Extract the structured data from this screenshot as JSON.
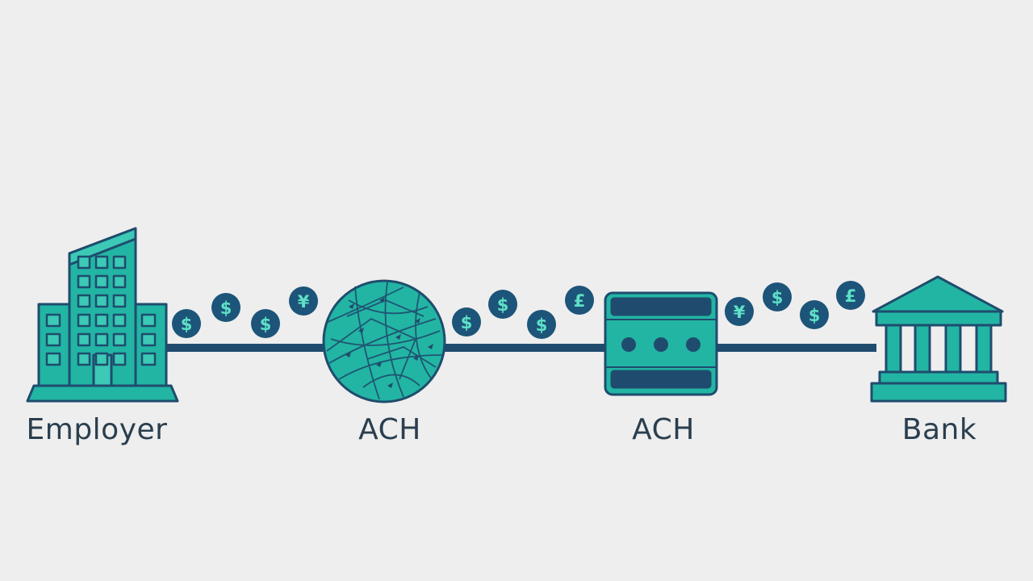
{
  "colors": {
    "background": "#eeeeee",
    "teal": "#22b5a3",
    "teal_light": "#3cc9b5",
    "navy": "#1f4c6e",
    "coin_fill": "#1d5479",
    "coin_glyph": "#5ee0c6",
    "label_text": "#2a3e4e"
  },
  "nodes": [
    {
      "id": "employer",
      "label": "Employer",
      "icon": "office-building-icon"
    },
    {
      "id": "ach-network",
      "label": "ACH",
      "icon": "globe-network-icon"
    },
    {
      "id": "ach-processor",
      "label": "ACH",
      "icon": "server-box-icon"
    },
    {
      "id": "bank",
      "label": "Bank",
      "icon": "bank-building-icon"
    }
  ],
  "coin_groups": [
    {
      "between": "employer-to-ach-network",
      "symbols": [
        "$",
        "$",
        "$",
        "¥"
      ]
    },
    {
      "between": "ach-network-to-ach-processor",
      "symbols": [
        "$",
        "$",
        "$",
        "£"
      ]
    },
    {
      "between": "ach-processor-to-bank",
      "symbols": [
        "¥",
        "$",
        "$",
        "£"
      ]
    }
  ]
}
